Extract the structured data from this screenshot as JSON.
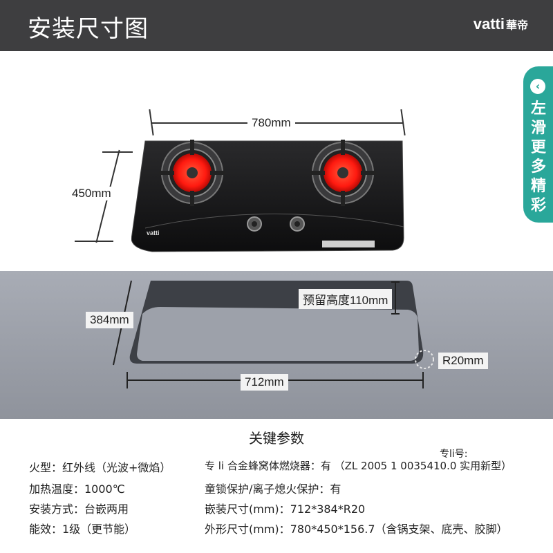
{
  "header": {
    "title": "安装尺寸图",
    "brand": "vatti",
    "brand_cn": "華帝"
  },
  "side_tab": {
    "text": "左滑更多精彩",
    "icon": "chevron-left-icon"
  },
  "dimensions": {
    "width": "780mm",
    "depth": "450mm",
    "cutout_depth": "384mm",
    "cutout_width": "712mm",
    "reserve_height": "预留高度110mm",
    "corner_radius": "R20mm"
  },
  "cooktop": {
    "logo": "vatti"
  },
  "params": {
    "title": "关键参数",
    "patent_note": "专li号:",
    "left": [
      "火型：红外线（光波+微焰）",
      "加热温度：1000℃",
      "安装方式：台嵌两用",
      "能效：1级（更节能）"
    ],
    "right": [
      "专 li 合金蜂窝体燃烧器：有 （ZL 2005 1 0035410.0 实用新型）",
      "童锁保护/离子熄火保护：有",
      "嵌装尺寸(mm)：712*384*R20",
      "外形尺寸(mm)：780*450*156.7（含锅支架、底壳、胶脚）"
    ]
  },
  "colors": {
    "header_bg": "#3e3e40",
    "accent": "#2aa79a",
    "burner": "#ff2a1a"
  }
}
